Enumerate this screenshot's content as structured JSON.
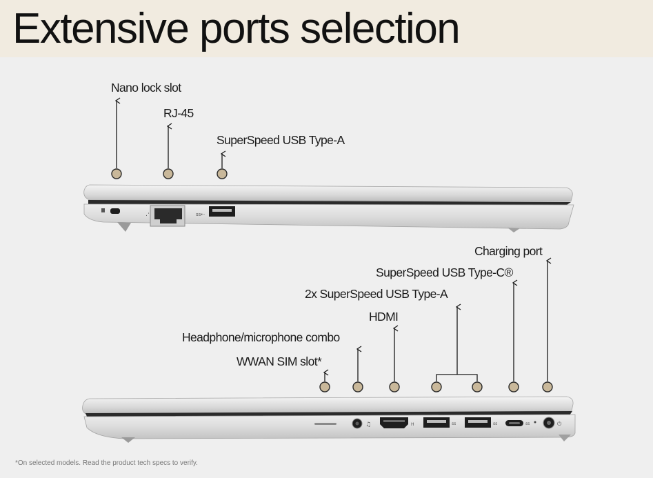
{
  "title": "Extensive ports selection",
  "left_side": {
    "callouts": [
      {
        "id": "nano-lock",
        "label": "Nano lock slot"
      },
      {
        "id": "rj45",
        "label": "RJ-45"
      },
      {
        "id": "usb-a",
        "label": "SuperSpeed USB Type-A"
      }
    ]
  },
  "right_side": {
    "callouts": [
      {
        "id": "charging",
        "label": "Charging port"
      },
      {
        "id": "usb-c",
        "label": "SuperSpeed USB Type-C®"
      },
      {
        "id": "usb-a-2x",
        "label": "2x SuperSpeed USB Type-A"
      },
      {
        "id": "hdmi",
        "label": "HDMI"
      },
      {
        "id": "headphone",
        "label": "Headphone/microphone combo"
      },
      {
        "id": "wwan",
        "label": "WWAN SIM slot*"
      }
    ]
  },
  "footnote": "*On selected models. Read the product tech specs to verify.",
  "colors": {
    "header_bg": "#f1ebe0",
    "page_bg": "#efefef",
    "dot_fill": "#c9b89a",
    "dot_stroke": "#2a2a2a",
    "laptop_silver": "#d8d8d8"
  }
}
